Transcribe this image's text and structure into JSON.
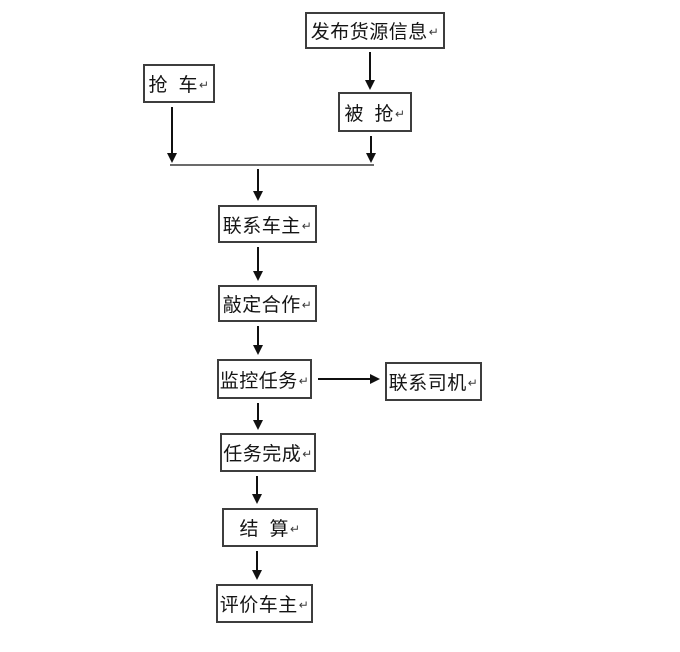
{
  "diagram": {
    "type": "flowchart",
    "language": "zh-CN",
    "nodes": [
      {
        "id": "publish-cargo-info",
        "label": "发布货源信息"
      },
      {
        "id": "grab-vehicle",
        "label": "抢  车"
      },
      {
        "id": "grabbed",
        "label": "被  抢"
      },
      {
        "id": "contact-vehicle-owner",
        "label": "联系车主"
      },
      {
        "id": "finalize-cooperation",
        "label": "敲定合作"
      },
      {
        "id": "monitor-task",
        "label": "监控任务"
      },
      {
        "id": "contact-driver",
        "label": "联系司机"
      },
      {
        "id": "task-complete",
        "label": "任务完成"
      },
      {
        "id": "settlement",
        "label": "结  算"
      },
      {
        "id": "evaluate-vehicle-owner",
        "label": "评价车主"
      }
    ],
    "edges": [
      {
        "from": "publish-cargo-info",
        "to": "grabbed"
      },
      {
        "from": "grab-vehicle",
        "to": "merge-bar"
      },
      {
        "from": "grabbed",
        "to": "merge-bar"
      },
      {
        "from": "merge-bar",
        "to": "contact-vehicle-owner"
      },
      {
        "from": "contact-vehicle-owner",
        "to": "finalize-cooperation"
      },
      {
        "from": "finalize-cooperation",
        "to": "monitor-task"
      },
      {
        "from": "monitor-task",
        "to": "contact-driver"
      },
      {
        "from": "monitor-task",
        "to": "task-complete"
      },
      {
        "from": "task-complete",
        "to": "settlement"
      },
      {
        "from": "settlement",
        "to": "evaluate-vehicle-owner"
      }
    ],
    "marks": {
      "return": "↵"
    },
    "colors": {
      "background": "#ffffff",
      "box_border": "#3d3d3d",
      "arrow": "#101010",
      "merge_line": "#6b6b6b",
      "text": "#141414"
    }
  }
}
